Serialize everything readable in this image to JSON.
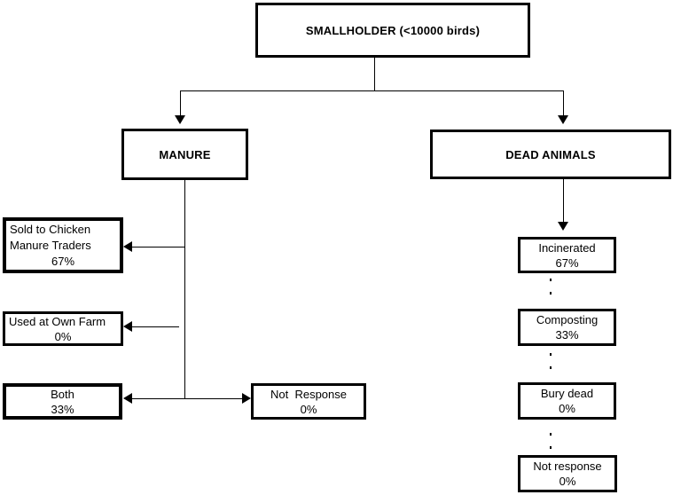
{
  "root": {
    "label": "SMALLHOLDER (<10000 birds)"
  },
  "manure": {
    "label": "MANURE",
    "children": [
      {
        "title": "Sold to Chicken\nManure Traders",
        "pct": "67%"
      },
      {
        "title": "Used at Own Farm",
        "pct": "0%"
      },
      {
        "title": "Both",
        "pct": "33%"
      },
      {
        "title": "Not  Response",
        "pct": "0%"
      }
    ]
  },
  "dead_animals": {
    "label": "DEAD ANIMALS",
    "children": [
      {
        "title": "Incinerated",
        "pct": "67%"
      },
      {
        "title": "Composting",
        "pct": "33%"
      },
      {
        "title": "Bury dead",
        "pct": "0%"
      },
      {
        "title": "Not response",
        "pct": "0%"
      }
    ]
  },
  "colors": {
    "line": "#000000",
    "background": "#ffffff"
  }
}
